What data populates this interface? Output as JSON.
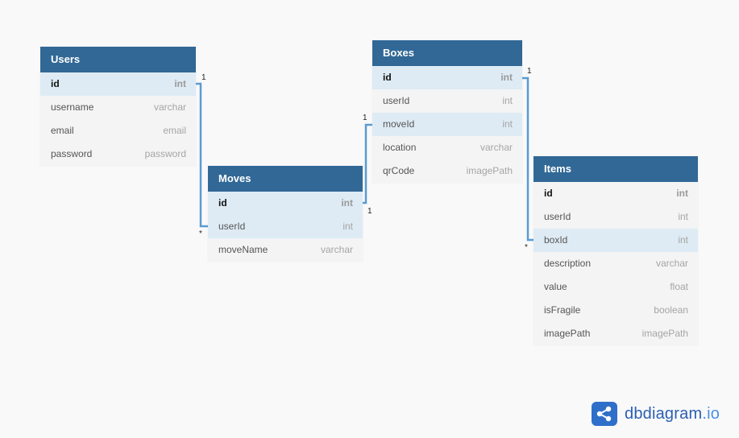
{
  "tables": {
    "users": {
      "title": "Users",
      "fields": [
        {
          "name": "id",
          "type": "int"
        },
        {
          "name": "username",
          "type": "varchar"
        },
        {
          "name": "email",
          "type": "email"
        },
        {
          "name": "password",
          "type": "password"
        }
      ]
    },
    "moves": {
      "title": "Moves",
      "fields": [
        {
          "name": "id",
          "type": "int"
        },
        {
          "name": "userId",
          "type": "int"
        },
        {
          "name": "moveName",
          "type": "varchar"
        }
      ]
    },
    "boxes": {
      "title": "Boxes",
      "fields": [
        {
          "name": "id",
          "type": "int"
        },
        {
          "name": "userId",
          "type": "int"
        },
        {
          "name": "moveId",
          "type": "int"
        },
        {
          "name": "location",
          "type": "varchar"
        },
        {
          "name": "qrCode",
          "type": "imagePath"
        }
      ]
    },
    "items": {
      "title": "Items",
      "fields": [
        {
          "name": "id",
          "type": "int"
        },
        {
          "name": "userId",
          "type": "int"
        },
        {
          "name": "boxId",
          "type": "int"
        },
        {
          "name": "description",
          "type": "varchar"
        },
        {
          "name": "value",
          "type": "float"
        },
        {
          "name": "isFragile",
          "type": "boolean"
        },
        {
          "name": "imagePath",
          "type": "imagePath"
        }
      ]
    }
  },
  "relationships": {
    "users_moves": {
      "one": "1",
      "many": "*"
    },
    "moves_boxes": {
      "one_top": "1",
      "one_bottom": "1"
    },
    "boxes_items": {
      "one": "1",
      "many": "*"
    }
  },
  "brand": {
    "name_dark": "dbdiagram",
    "name_light": ".io",
    "logo_icon": "share-nodes-icon"
  },
  "colors": {
    "header": "#316896",
    "highlight_row": "#deebf4",
    "relation_line": "#5b9bd0",
    "brand": "#2f6fc9"
  }
}
